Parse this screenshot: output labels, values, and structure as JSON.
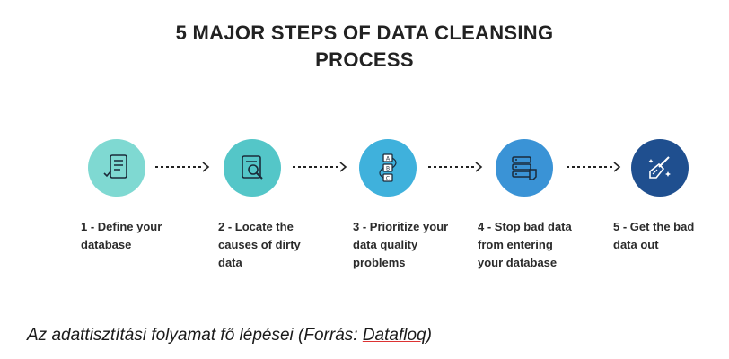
{
  "title": {
    "line1": "5 MAJOR STEPS OF DATA CLEANSING",
    "line2": "PROCESS"
  },
  "steps": [
    {
      "lines": [
        "1 - Define your",
        "database"
      ],
      "color": "#7fd9d2",
      "icon": "database-checklist-icon"
    },
    {
      "lines": [
        "2 - Locate the",
        "causes of dirty",
        "data"
      ],
      "color": "#54c6c8",
      "icon": "magnifier-document-icon"
    },
    {
      "lines": [
        "3 - Prioritize your",
        "data quality",
        "problems"
      ],
      "color": "#3fb1dc",
      "icon": "abc-priority-icon"
    },
    {
      "lines": [
        "4 - Stop bad data",
        "from entering",
        "your database"
      ],
      "color": "#3a93d6",
      "icon": "server-block-icon"
    },
    {
      "lines": [
        "5 - Get the bad",
        "data out"
      ],
      "color": "#1f4f8f",
      "icon": "broom-cleaning-icon"
    }
  ],
  "caption": {
    "text": "Az adattisztítási folyamat fő lépései (Forrás: ",
    "source": "Datafloq",
    "end": ")"
  }
}
